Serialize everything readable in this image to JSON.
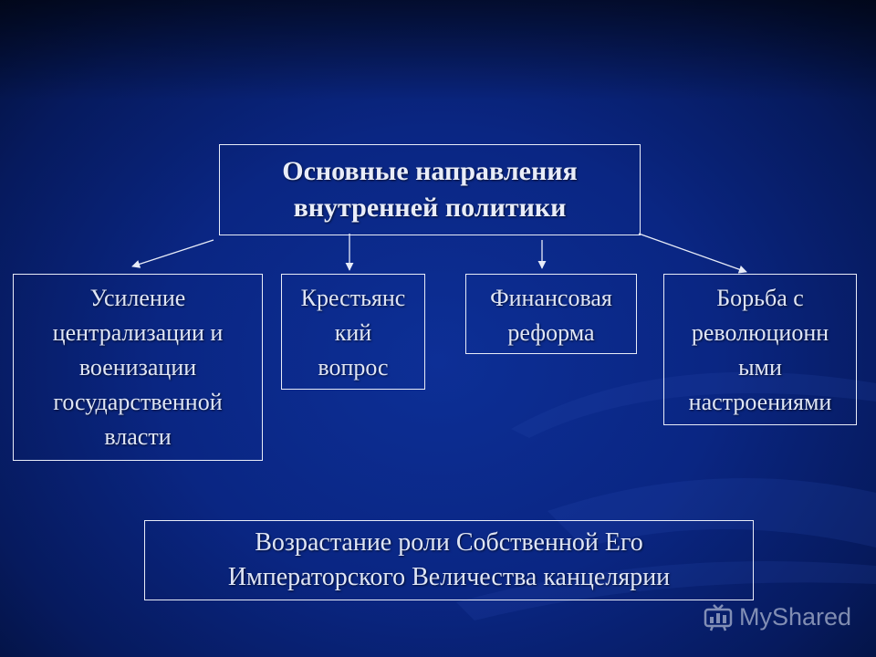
{
  "diagram": {
    "title": {
      "lines": [
        "Основные направления",
        "внутренней политики"
      ]
    },
    "branches": [
      {
        "lines": [
          "Усиление",
          "централизации и",
          "военизации",
          "государственной",
          "власти"
        ]
      },
      {
        "lines": [
          "Крестьянс",
          "кий",
          "вопрос"
        ]
      },
      {
        "lines": [
          "Финансовая",
          "реформа"
        ]
      },
      {
        "lines": [
          "Борьба с",
          "революционн",
          "ыми",
          "настроениями"
        ]
      }
    ],
    "bottom": {
      "lines": [
        "Возрастание роли Собственной Его",
        "Императорского Величества канцелярии"
      ]
    }
  },
  "watermark": {
    "text": "MyShared",
    "icon": "myshared-logo-icon"
  },
  "colors": {
    "background": "#0a2683",
    "text": "#dfe5f5",
    "border": "#e8ecf8"
  }
}
